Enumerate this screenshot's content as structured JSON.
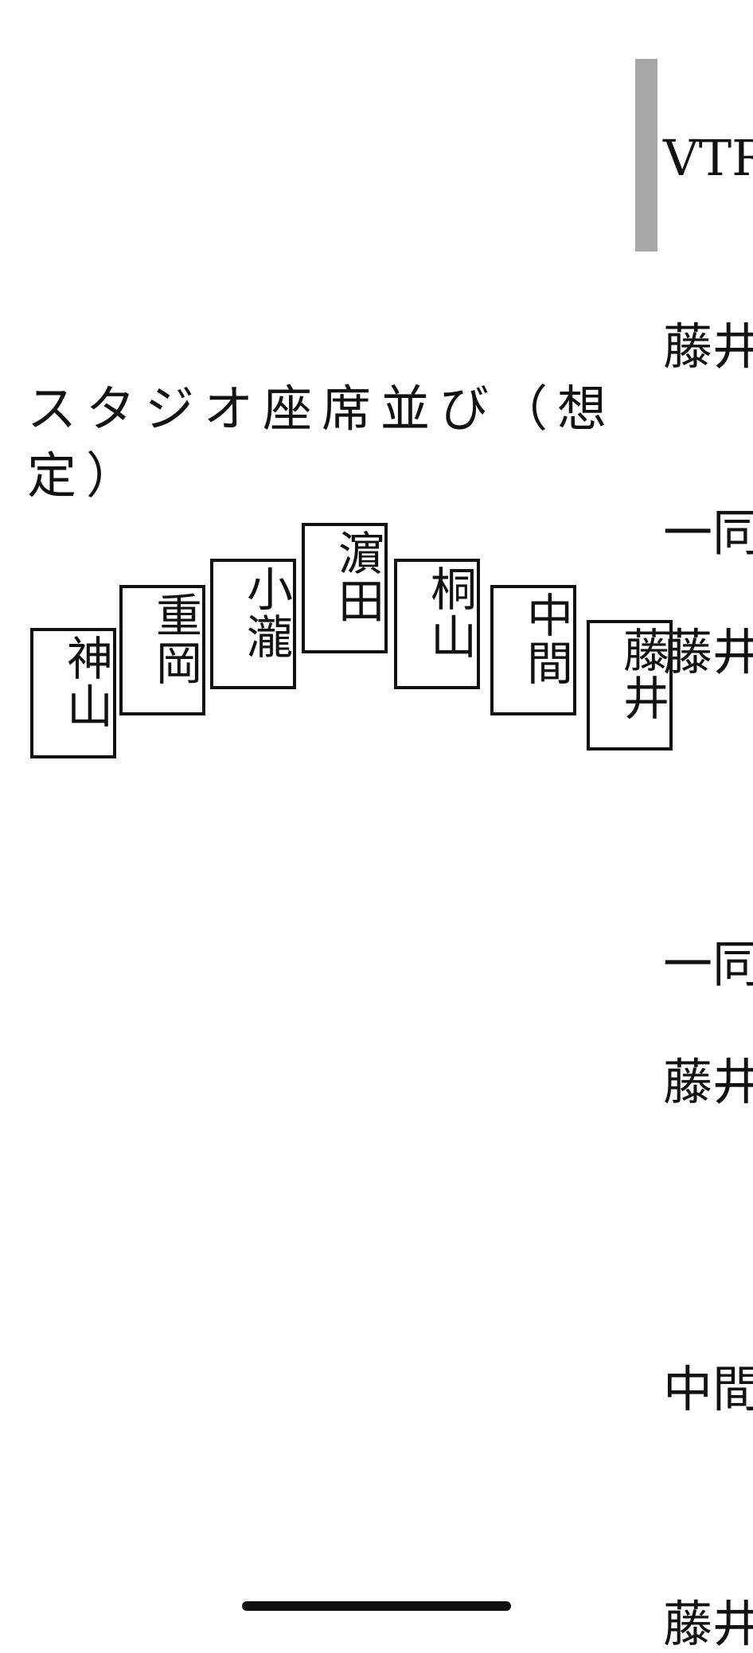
{
  "caption": "スタジオ座席並び（想定）",
  "seats": [
    {
      "name": "神山"
    },
    {
      "name": "重岡"
    },
    {
      "name": "小瀧"
    },
    {
      "name": "濵田"
    },
    {
      "name": "桐山"
    },
    {
      "name": "中間"
    },
    {
      "name": "藤井"
    }
  ],
  "script_lines": [
    "VTR",
    "藤井",
    "一同",
    "藤井",
    "一同",
    "藤井",
    "中間",
    "藤井"
  ]
}
